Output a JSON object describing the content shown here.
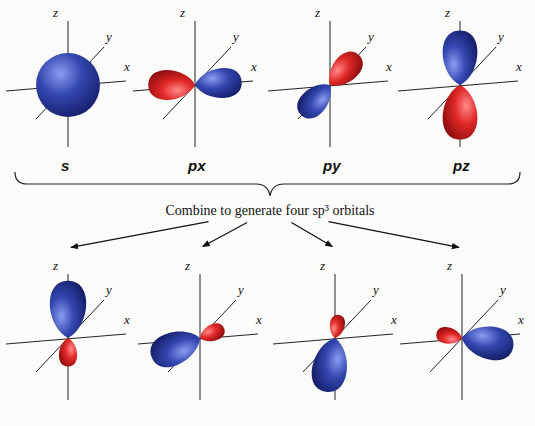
{
  "diagram": {
    "nodes": [
      {
        "text": [
          "z",
          "y",
          "x",
          "s"
        ]
      },
      {
        "text": [
          "z",
          "y",
          "x",
          "px"
        ]
      },
      {
        "text": [
          "z",
          "y",
          "x",
          "py"
        ]
      },
      {
        "text": [
          "z",
          "y",
          "x",
          "pz"
        ]
      },
      {
        "text": [
          "Combine to generate four sp³ orbitals"
        ]
      },
      {
        "text": [
          "z",
          "y",
          "x"
        ]
      },
      {
        "text": [
          "z",
          "y",
          "x"
        ]
      },
      {
        "text": [
          "z",
          "y",
          "x"
        ]
      },
      {
        "text": [
          "z",
          "y",
          "x"
        ]
      }
    ],
    "edges": [
      {
        "from": 4,
        "to": 5,
        "arrow": "to"
      },
      {
        "from": 4,
        "to": 6,
        "arrow": "to"
      },
      {
        "from": 4,
        "to": 7,
        "arrow": "to"
      },
      {
        "from": 4,
        "to": 8,
        "arrow": "to"
      }
    ]
  }
}
